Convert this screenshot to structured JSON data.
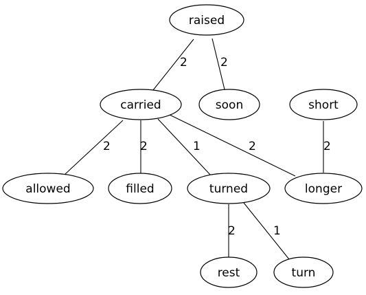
{
  "nodes": {
    "raised": {
      "label": "raised"
    },
    "carried": {
      "label": "carried"
    },
    "soon": {
      "label": "soon"
    },
    "short": {
      "label": "short"
    },
    "allowed": {
      "label": "allowed"
    },
    "filled": {
      "label": "filled"
    },
    "turned": {
      "label": "turned"
    },
    "longer": {
      "label": "longer"
    },
    "rest": {
      "label": "rest"
    },
    "turn": {
      "label": "turn"
    }
  },
  "edges": [
    {
      "from": "raised",
      "to": "carried",
      "label": "2"
    },
    {
      "from": "raised",
      "to": "soon",
      "label": "2"
    },
    {
      "from": "carried",
      "to": "allowed",
      "label": "2"
    },
    {
      "from": "carried",
      "to": "filled",
      "label": "2"
    },
    {
      "from": "carried",
      "to": "turned",
      "label": "1"
    },
    {
      "from": "carried",
      "to": "longer",
      "label": "2"
    },
    {
      "from": "short",
      "to": "longer",
      "label": "2"
    },
    {
      "from": "turned",
      "to": "rest",
      "label": "2"
    },
    {
      "from": "turned",
      "to": "turn",
      "label": "1"
    }
  ]
}
